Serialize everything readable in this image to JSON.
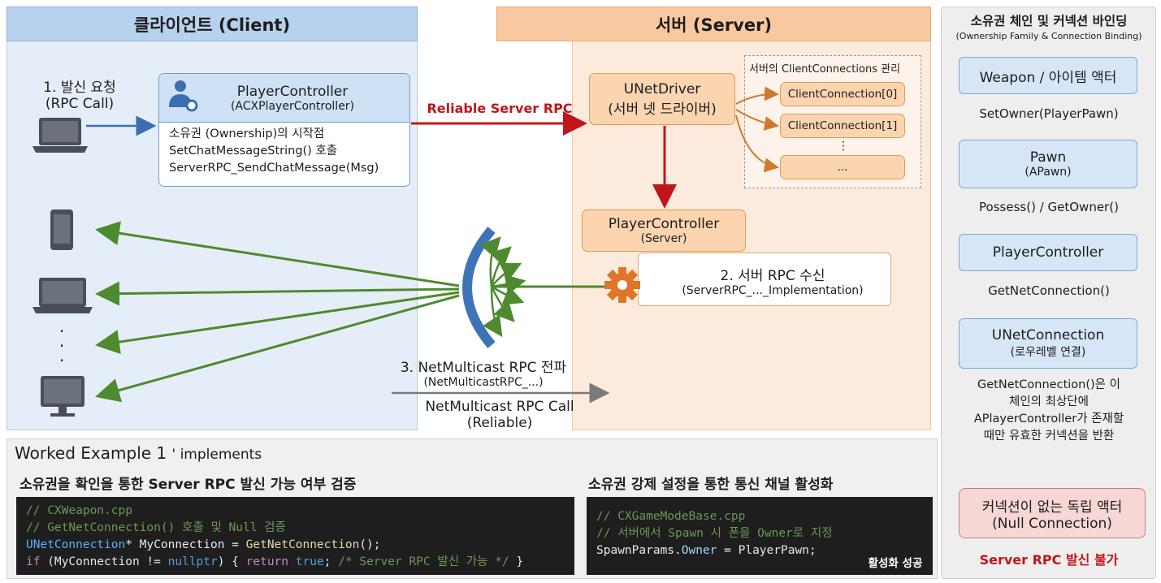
{
  "client": {
    "header": "클라이언트 (Client)",
    "step1_title": "1. 발신 요청",
    "step1_sub": "(RPC Call)",
    "pc_title": "PlayerController",
    "pc_sub": "(ACXPlayerController)",
    "pc_lines": [
      "소유권 (Ownership)의 시작점",
      "SetChatMessageString() 호출",
      "ServerRPC_SendChatMessage(Msg)"
    ]
  },
  "server": {
    "header": "서버 (Server)",
    "rpc_arrow_label": "Reliable Server RPC",
    "netdriver_title": "UNetDriver",
    "netdriver_sub": "(서버 넷 드라이버)",
    "connections_title": "서버의 ClientConnections 관리",
    "connections": [
      "ClientConnection[0]",
      "ClientConnection[1]",
      "⋮",
      "..."
    ],
    "pc_title": "PlayerController",
    "pc_sub": "(Server)",
    "step2_title": "2. 서버 RPC 수신",
    "step2_sub": "(ServerRPC_..._Implementation)",
    "step3_title": "3. NetMulticast RPC 전파",
    "step3_sub": "(NetMulticastRPC_...)",
    "multicast_call": "NetMulticast RPC Call",
    "multicast_reliable": "(Reliable)",
    "dots": "·"
  },
  "chain": {
    "title": "소유권 체인 및 커넥션 바인딩",
    "subtitle": "(Ownership Family & Connection Binding)",
    "nodes": [
      {
        "title": "Weapon / 아이템 액터",
        "sub": ""
      },
      {
        "title": "Pawn",
        "sub": "(APawn)"
      },
      {
        "title": "PlayerController",
        "sub": ""
      },
      {
        "title": "UNetConnection",
        "sub": "(로우레벨 연결)"
      }
    ],
    "edges": [
      "SetOwner(PlayerPawn)",
      "Possess() / GetOwner()",
      "GetNetConnection()"
    ],
    "note": [
      "GetNetConnection()은 이",
      "체인의 최상단에",
      "APlayerController가 존재할",
      "때만 유효한 커넥션을 반환"
    ],
    "null_title": "커넥션이 없는 독립 액터",
    "null_sub": "(Null Connection)",
    "fail": "Server RPC 발신 불가"
  },
  "bottom": {
    "title_main": "Worked Example 1",
    "title_suffix": "' implements",
    "ex1_title": "소유권을 확인을 통한 Server RPC 발신 가능 여부 검증",
    "ex2_title": "소유권 강제 설정을 통한 통신 채널 활성화",
    "ex1_code": {
      "l1": "// CXWeapon.cpp",
      "l2": "// GetNetConnection() 호출 및 Null 검증",
      "l3_type": "UNetConnection",
      "l3_rest": "* MyConnection = ",
      "l3_fn": "GetNetConnection",
      "l3_end": "();",
      "l4_if": "if",
      "l4_a": " (MyConnection != ",
      "l4_null": "nullptr",
      "l4_b": ") { ",
      "l4_ret": "return",
      "l4_c": " ",
      "l4_true": "true",
      "l4_d": "; ",
      "l4_cmt": "/* Server RPC 발신 가능 */",
      "l4_end": " }"
    },
    "ex2_code": {
      "l1": "// CXGameModeBase.cpp",
      "l2": "// 서버에서 Spawn 시 폰을 Owner로 지정",
      "l3_a": "SpawnParams.",
      "l3_field": "Owner",
      "l3_b": " = PlayerPawn;"
    },
    "activation": "활성화 성공"
  },
  "colors": {
    "rpc_red": "#c0161b",
    "multicast_green": "#4e8a2e",
    "client_blue": "#3b6fb0",
    "server_orange": "#e08a3c",
    "check_green": "#22b04a"
  },
  "icons": [
    "user-gear-icon",
    "laptop-icon",
    "phone-icon",
    "monitor-icon",
    "gear-icon",
    "checkmark-icon",
    "gears-icon"
  ]
}
